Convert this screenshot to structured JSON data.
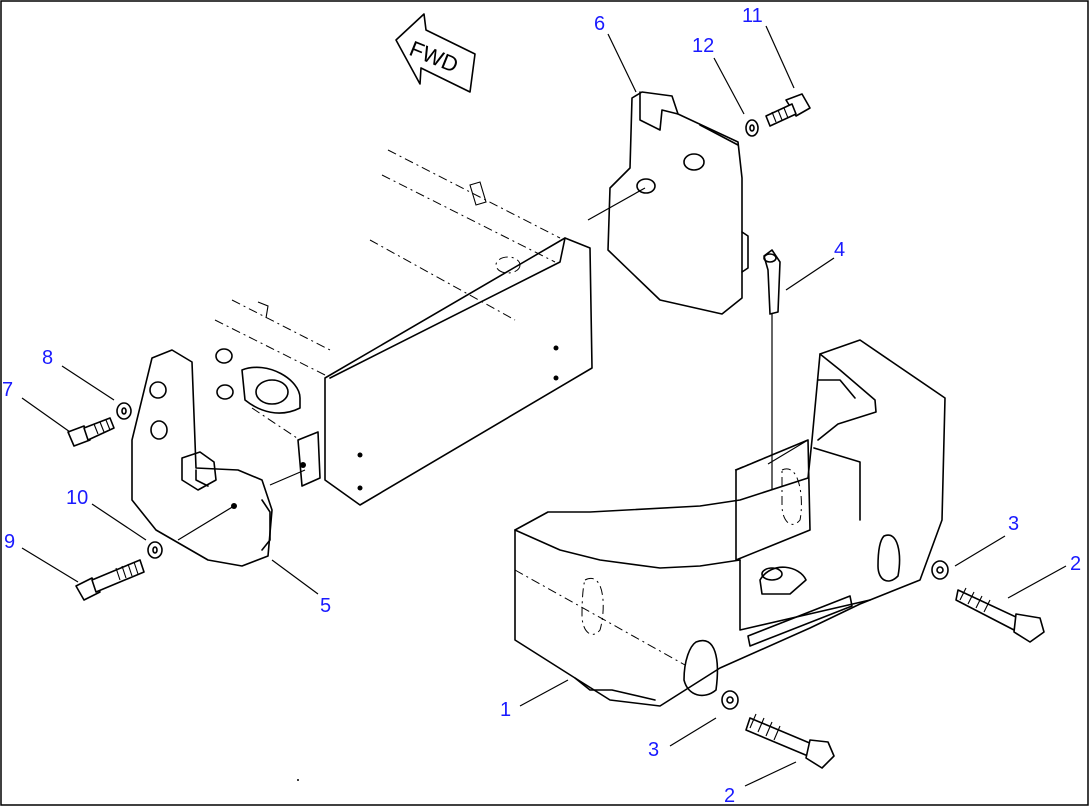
{
  "fwd_label": "FWD",
  "callouts": [
    {
      "id": "c1",
      "text": "1"
    },
    {
      "id": "c2a",
      "text": "2"
    },
    {
      "id": "c2b",
      "text": "2"
    },
    {
      "id": "c3a",
      "text": "3"
    },
    {
      "id": "c3b",
      "text": "3"
    },
    {
      "id": "c4",
      "text": "4"
    },
    {
      "id": "c5",
      "text": "5"
    },
    {
      "id": "c6",
      "text": "6"
    },
    {
      "id": "c7",
      "text": "7"
    },
    {
      "id": "c8",
      "text": "8"
    },
    {
      "id": "c9",
      "text": "9"
    },
    {
      "id": "c10",
      "text": "10"
    },
    {
      "id": "c11",
      "text": "11"
    },
    {
      "id": "c12",
      "text": "12"
    }
  ],
  "colors": {
    "callout": "#1a1aff",
    "line": "#000000",
    "background": "#ffffff"
  }
}
